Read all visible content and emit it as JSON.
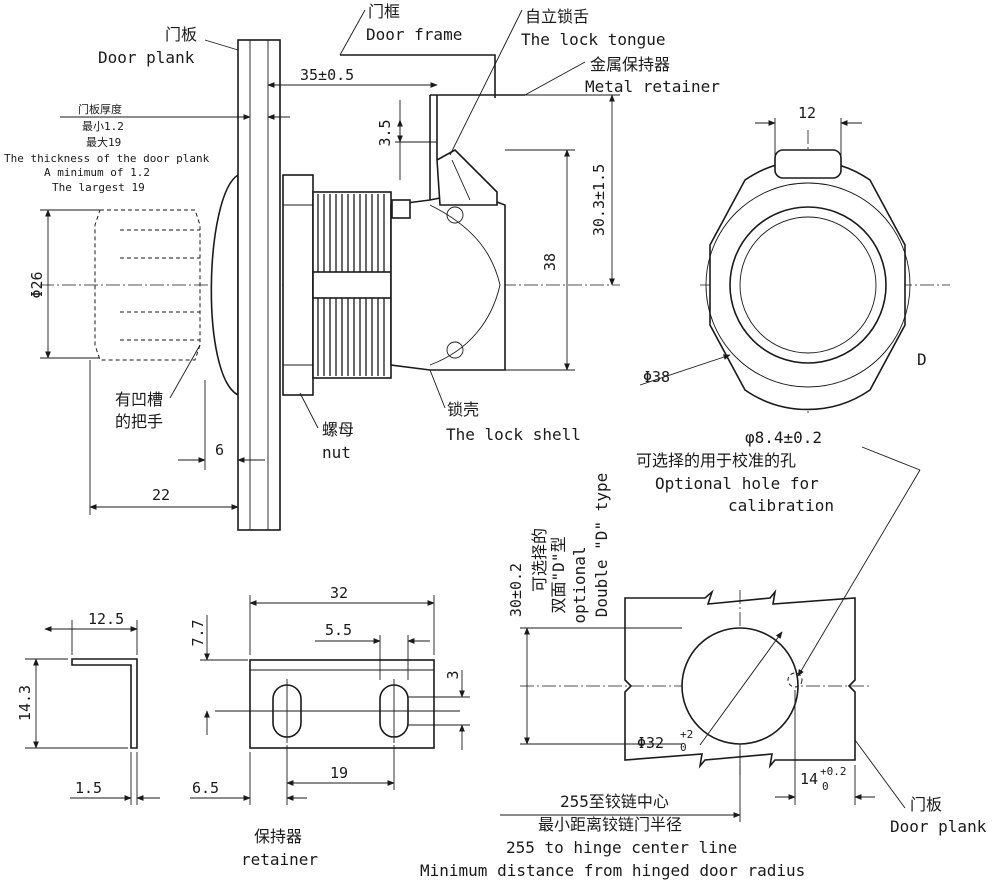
{
  "labels": {
    "door_plank_cn": "门板",
    "door_plank_en": "Door plank",
    "door_frame_cn": "门框",
    "door_frame_en": "Door frame",
    "lock_tongue_cn": "自立锁舌",
    "lock_tongue_en": "The lock tongue",
    "metal_retainer_cn": "金属保持器",
    "metal_retainer_en": "Metal retainer",
    "thickness_cn_1": "门板厚度",
    "thickness_cn_2": "最小1.2",
    "thickness_cn_3": "最大19",
    "thickness_en_1": "The thickness of the door plank",
    "thickness_en_2": "A minimum of 1.2",
    "thickness_en_3": "The largest 19",
    "handle_cn_1": "有凹槽",
    "handle_cn_2": "的把手",
    "nut_cn": "螺母",
    "nut_en": "nut",
    "shell_cn": "锁壳",
    "shell_en": "The lock shell",
    "hole_dim": "φ8.4±0.2",
    "hole_cn": "可选择的用于校准的孔",
    "hole_en_1": "Optional hole for",
    "hole_en_2": "calibration",
    "dtype_cn_1": "可选择的",
    "dtype_cn_2": "双面\"D\"型",
    "dtype_en_1": "optional",
    "dtype_en_2": "Double \"D\" type",
    "d_letter": "D",
    "retainer_cn": "保持器",
    "retainer_en": "retainer",
    "door_plank2_cn": "门板",
    "door_plank2_en": "Door plank",
    "hinge_cn_1": "255至铰链中心",
    "hinge_cn_2": "最小距离铰链门半径",
    "hinge_en_1": "255 to hinge center line",
    "hinge_en_2": "Minimum distance from hinged door radius"
  },
  "dimensions": {
    "d35": "35±0.5",
    "d3_5": "3.5",
    "d30_3": "30.3±1.5",
    "d38": "38",
    "d26": "Φ26",
    "d6": "6",
    "d22": "22",
    "d12": "12",
    "d_phi38": "Φ38",
    "d12_5": "12.5",
    "d14_3": "14.3",
    "d1_5": "1.5",
    "d32": "32",
    "d5_5": "5.5",
    "d7_7": "7.7",
    "d3": "3",
    "d6_5": "6.5",
    "d19": "19",
    "d30_2": "30±0.2",
    "d_phi32": "Φ32",
    "d_phi32_tol_up": "+2",
    "d_phi32_tol_low": "0",
    "d14": "14",
    "d14_tol_up": "+0.2",
    "d14_tol_low": "0"
  }
}
